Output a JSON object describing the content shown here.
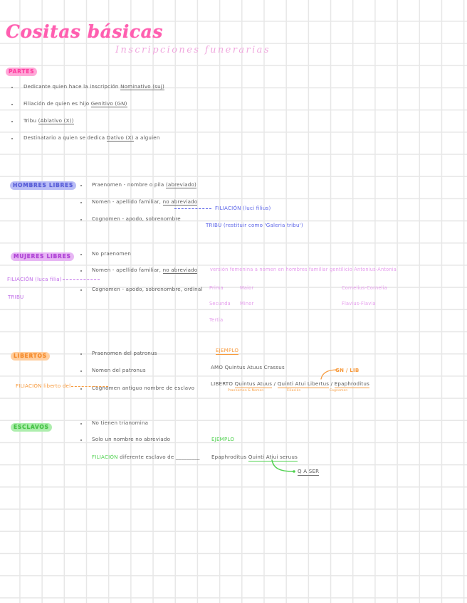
{
  "page": {
    "title": "Cositas básicas",
    "subtitle": "Inscripciones funerarias"
  },
  "partes": {
    "heading": "PARTES",
    "items": [
      {
        "text": "Dedicante quien hace la inscripción ",
        "term": "Nominativo (suj)"
      },
      {
        "text": "Filiación de quien es hijo ",
        "term": "Genitivo (GN)"
      },
      {
        "text": "Tribu ",
        "term": "(Ablativo (X))"
      },
      {
        "text": "Destinatario a quien se dedica ",
        "term": "Dativo (X)",
        "tail": " a alguien"
      }
    ]
  },
  "hombres": {
    "heading": "HOMBRES LIBRES",
    "items": [
      {
        "text": "Praenomen - nombre o pila ",
        "term": "(abreviado)"
      },
      {
        "text": "Nomen - apellido familiar, ",
        "term": "no abreviado"
      },
      {
        "text": "Cognomen - apodo, sobrenombre",
        "term": ""
      }
    ],
    "filiacion_label": "FILIACIÓN",
    "filiacion_value": "(luci filius)",
    "tribu_label": "TRIBU",
    "tribu_value": "(restituir como 'Galeria tribu')"
  },
  "mujeres": {
    "heading": "MUJERES LIBRES",
    "items": [
      {
        "text": "No praenomen",
        "term": ""
      },
      {
        "text": "Nomen - apellido familiar, ",
        "term": "no abreviado"
      },
      {
        "text": "Cognomen - apodo, sobrenombre, ordinal",
        "term": ""
      }
    ],
    "filiacion_label": "FILIACIÓN",
    "filiacion_value": "(luca filia)",
    "tribu_label": "TRIBU",
    "note": "versión femenina a nomen en hombres familiar gentilicio Antonius-Antonia",
    "ordinals": [
      "Prima",
      "Secunda",
      "Tertia"
    ],
    "ordinals2": [
      "Maior",
      "Minor"
    ],
    "examples": [
      "Cornelius-Cornelia",
      "Flavius-Flavia"
    ]
  },
  "libertos": {
    "heading": "LIBERTOS",
    "items": [
      {
        "text": "Praenomen del patronus",
        "term": ""
      },
      {
        "text": "Nomen del patronus",
        "term": ""
      },
      {
        "text": "Cognomen antiguo nombre de esclavo",
        "term": ""
      }
    ],
    "filiacion_label": "FILIACIÓN",
    "filiacion_value": "liberto del",
    "example_heading": "EJEMPLO",
    "amo_label": "AMO",
    "amo_value": "Quintus Atuus Crassus",
    "liberto_label": "LIBERTO",
    "liberto_p1": "Quintus Atuus",
    "liberto_sep1": "/",
    "liberto_p2": "Quinti Atui Libertus",
    "liberto_sep2": "/",
    "liberto_p3": "Epaphroditus",
    "sub1": "Praenomen & Nomen",
    "sub2": "Filiación",
    "sub3": "Cognomen",
    "callout": "GN / LIB"
  },
  "esclavos": {
    "heading": "ESCLAVOS",
    "items": [
      {
        "text": "No tienen trianomina",
        "term": ""
      },
      {
        "text": "Solo un nombre no abreviado",
        "term": ""
      }
    ],
    "filiacion_label": "FILIACIÓN",
    "filiacion_rest": "diferente esclavo de _________",
    "example_heading": "EJEMPLO",
    "example_name": "Epaphroditus",
    "example_rest": "Quinti Atiui seruus",
    "abbrev": "Q A SER"
  },
  "colors": {
    "title_pink": "#ff5fb0",
    "subtitle_pink": "#f0a8de",
    "hombres_blue": "#5a63e8",
    "mujeres_violet": "#c06ce8",
    "libertos_orange": "#f79a3c",
    "esclavos_green": "#4fd14f",
    "grid": "#e7e7e7",
    "ink": "#5a5a5a"
  }
}
